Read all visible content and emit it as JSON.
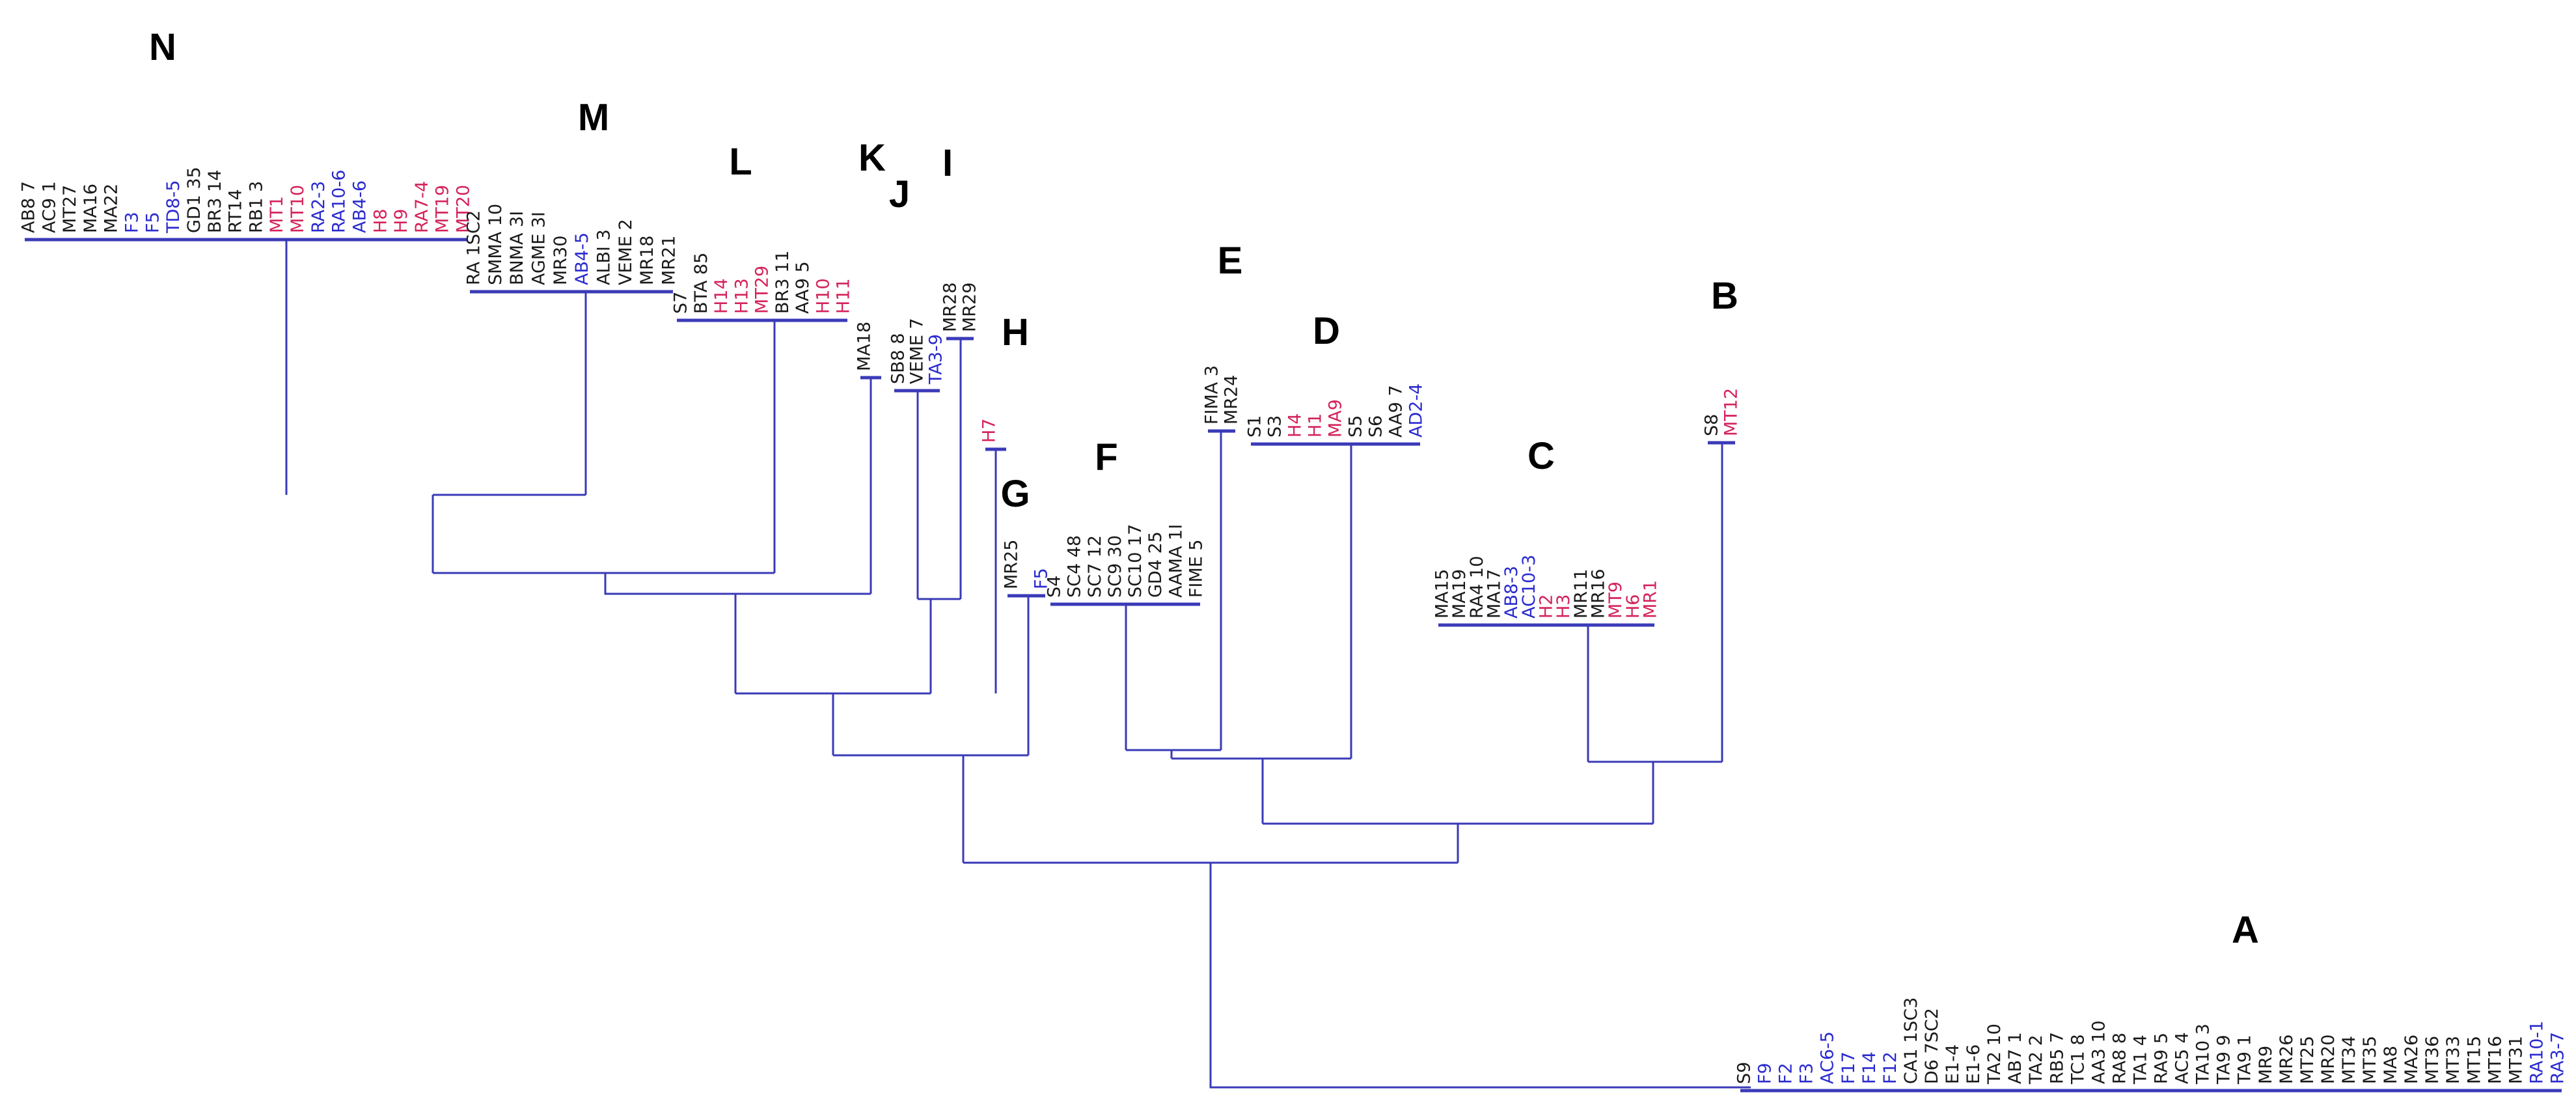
{
  "colors": {
    "black": "#1a1a1a",
    "blue": "#2b2bd0",
    "red": "#d4235a",
    "line": "#3a3ab8"
  },
  "clusters": [
    {
      "id": "N",
      "label": "N",
      "leaves": [
        {
          "t": "AB8 7",
          "c": "black"
        },
        {
          "t": "AC9 1",
          "c": "black"
        },
        {
          "t": "MT27",
          "c": "black"
        },
        {
          "t": "MA16",
          "c": "black"
        },
        {
          "t": "MA22",
          "c": "black"
        },
        {
          "t": "F3",
          "c": "blue"
        },
        {
          "t": "F5",
          "c": "blue"
        },
        {
          "t": "TD8-5",
          "c": "blue"
        },
        {
          "t": "GD1 35",
          "c": "black"
        },
        {
          "t": "BR3 14",
          "c": "black"
        },
        {
          "t": "RT14",
          "c": "black"
        },
        {
          "t": "RB1 3",
          "c": "black"
        },
        {
          "t": "MT1",
          "c": "red"
        },
        {
          "t": "MT10",
          "c": "red"
        },
        {
          "t": "RA2-3",
          "c": "blue"
        },
        {
          "t": "RA10-6",
          "c": "blue"
        },
        {
          "t": "AB4-6",
          "c": "blue"
        },
        {
          "t": "H8",
          "c": "red"
        },
        {
          "t": "H9",
          "c": "red"
        },
        {
          "t": "RA7-4",
          "c": "red"
        },
        {
          "t": "MT19",
          "c": "red"
        },
        {
          "t": "MT20",
          "c": "red"
        }
      ]
    },
    {
      "id": "M",
      "label": "M",
      "leaves": [
        {
          "t": "RA 1SC2",
          "c": "black"
        },
        {
          "t": "SMMA 10",
          "c": "black"
        },
        {
          "t": "BNMA 3I",
          "c": "black"
        },
        {
          "t": "AGME 3I",
          "c": "black"
        },
        {
          "t": "MR30",
          "c": "black"
        },
        {
          "t": "AB4-5",
          "c": "blue"
        },
        {
          "t": "ALBI 3",
          "c": "black"
        },
        {
          "t": "VEME 2",
          "c": "black"
        },
        {
          "t": "MR18",
          "c": "black"
        },
        {
          "t": "MR21",
          "c": "black"
        }
      ]
    },
    {
      "id": "L",
      "label": "L",
      "leaves": [
        {
          "t": "S7",
          "c": "black"
        },
        {
          "t": "BTA 85",
          "c": "black"
        },
        {
          "t": "H14",
          "c": "red"
        },
        {
          "t": "H13",
          "c": "red"
        },
        {
          "t": "MT29",
          "c": "red"
        },
        {
          "t": "BR3 11",
          "c": "black"
        },
        {
          "t": "AA9 5",
          "c": "black"
        },
        {
          "t": "H10",
          "c": "red"
        },
        {
          "t": "H11",
          "c": "red"
        }
      ]
    },
    {
      "id": "K",
      "label": "K",
      "leaves": [
        {
          "t": "MA18",
          "c": "black"
        }
      ]
    },
    {
      "id": "J",
      "label": "J",
      "leaves": [
        {
          "t": "SB8 8",
          "c": "black"
        },
        {
          "t": "VEME 7",
          "c": "black"
        },
        {
          "t": "TA3-9",
          "c": "blue"
        }
      ]
    },
    {
      "id": "I",
      "label": "I",
      "leaves": [
        {
          "t": "MR28",
          "c": "black"
        },
        {
          "t": "MR29",
          "c": "black"
        }
      ]
    },
    {
      "id": "H",
      "label": "H",
      "leaves": [
        {
          "t": "H7",
          "c": "red"
        }
      ]
    },
    {
      "id": "G",
      "label": "G",
      "leaves": [
        {
          "t": "MR25",
          "c": "black"
        },
        {
          "t": "F5",
          "c": "blue"
        }
      ]
    },
    {
      "id": "F",
      "label": "F",
      "leaves": [
        {
          "t": "S4",
          "c": "black"
        },
        {
          "t": "SC4 48",
          "c": "black"
        },
        {
          "t": "SC7 12",
          "c": "black"
        },
        {
          "t": "SC9 30",
          "c": "black"
        },
        {
          "t": "SC10 17",
          "c": "black"
        },
        {
          "t": "GD4 25",
          "c": "black"
        },
        {
          "t": "AAMA 1I",
          "c": "black"
        },
        {
          "t": "FIME 5",
          "c": "black"
        }
      ]
    },
    {
      "id": "E",
      "label": "E",
      "leaves": [
        {
          "t": "FIMA 3",
          "c": "black"
        },
        {
          "t": "MR24",
          "c": "black"
        }
      ]
    },
    {
      "id": "D",
      "label": "D",
      "leaves": [
        {
          "t": "S1",
          "c": "black"
        },
        {
          "t": "S3",
          "c": "black"
        },
        {
          "t": "H4",
          "c": "red"
        },
        {
          "t": "H1",
          "c": "red"
        },
        {
          "t": "MA9",
          "c": "red"
        },
        {
          "t": "S5",
          "c": "black"
        },
        {
          "t": "S6",
          "c": "black"
        },
        {
          "t": "AA9 7",
          "c": "black"
        },
        {
          "t": "AD2-4",
          "c": "blue"
        }
      ]
    },
    {
      "id": "C",
      "label": "C",
      "leaves": [
        {
          "t": "MA15",
          "c": "black"
        },
        {
          "t": "MA19",
          "c": "black"
        },
        {
          "t": "RA4 10",
          "c": "black"
        },
        {
          "t": "MA17",
          "c": "black"
        },
        {
          "t": "AB8-3",
          "c": "blue"
        },
        {
          "t": "AC10-3",
          "c": "blue"
        },
        {
          "t": "H2",
          "c": "red"
        },
        {
          "t": "H3",
          "c": "red"
        },
        {
          "t": "MR11",
          "c": "black"
        },
        {
          "t": "MR16",
          "c": "black"
        },
        {
          "t": "MT9",
          "c": "red"
        },
        {
          "t": "H6",
          "c": "red"
        },
        {
          "t": "MR1",
          "c": "red"
        }
      ]
    },
    {
      "id": "B",
      "label": "B",
      "leaves": [
        {
          "t": "S8",
          "c": "black"
        },
        {
          "t": "MT12",
          "c": "red"
        }
      ]
    },
    {
      "id": "A",
      "label": "A",
      "leaves": [
        {
          "t": "S9",
          "c": "black"
        },
        {
          "t": "F9",
          "c": "blue"
        },
        {
          "t": "F2",
          "c": "blue"
        },
        {
          "t": "F3",
          "c": "blue"
        },
        {
          "t": "AC6-5",
          "c": "blue"
        },
        {
          "t": "F17",
          "c": "blue"
        },
        {
          "t": "F14",
          "c": "blue"
        },
        {
          "t": "F12",
          "c": "blue"
        },
        {
          "t": "CA1 1SC3",
          "c": "black"
        },
        {
          "t": "D6 7SC2",
          "c": "black"
        },
        {
          "t": "E1-4",
          "c": "black"
        },
        {
          "t": "E1-6",
          "c": "black"
        },
        {
          "t": "TA2 10",
          "c": "black"
        },
        {
          "t": "AB7 1",
          "c": "black"
        },
        {
          "t": "TA2 2",
          "c": "black"
        },
        {
          "t": "RB5 7",
          "c": "black"
        },
        {
          "t": "TC1 8",
          "c": "black"
        },
        {
          "t": "AA3 10",
          "c": "black"
        },
        {
          "t": "RA8 8",
          "c": "black"
        },
        {
          "t": "TA1 4",
          "c": "black"
        },
        {
          "t": "RA9 5",
          "c": "black"
        },
        {
          "t": "AC5 4",
          "c": "black"
        },
        {
          "t": "TA10 3",
          "c": "black"
        },
        {
          "t": "TA9 9",
          "c": "black"
        },
        {
          "t": "TA9 1",
          "c": "black"
        },
        {
          "t": "MR9",
          "c": "black"
        },
        {
          "t": "MR26",
          "c": "black"
        },
        {
          "t": "MT25",
          "c": "black"
        },
        {
          "t": "MR20",
          "c": "black"
        },
        {
          "t": "MT34",
          "c": "black"
        },
        {
          "t": "MT35",
          "c": "black"
        },
        {
          "t": "MA8",
          "c": "black"
        },
        {
          "t": "MA26",
          "c": "black"
        },
        {
          "t": "MT36",
          "c": "black"
        },
        {
          "t": "MT33",
          "c": "black"
        },
        {
          "t": "MT15",
          "c": "black"
        },
        {
          "t": "MT16",
          "c": "black"
        },
        {
          "t": "MT31",
          "c": "black"
        },
        {
          "t": "RA10-1",
          "c": "blue"
        },
        {
          "t": "RA3-7",
          "c": "blue"
        }
      ]
    }
  ]
}
